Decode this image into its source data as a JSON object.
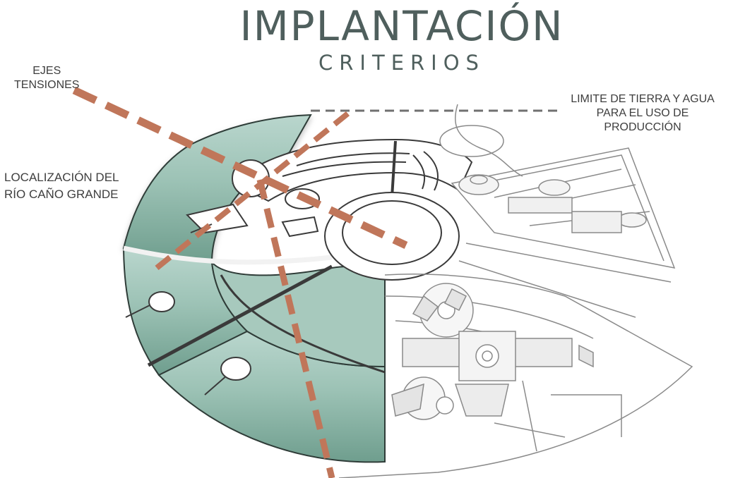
{
  "title": "IMPLANTACIÓN",
  "subtitle": "CRITERIOS",
  "annotations": {
    "ejes": [
      "EJES",
      "TENSIONES"
    ],
    "rio": [
      "LOCALIZACIÓN DEL",
      "RÍO CAÑO GRANDE"
    ],
    "limite": [
      "LIMITE DE TIERRA Y AGUA",
      "PARA EL USO DE",
      "PRODUCCIÓN"
    ]
  },
  "colors": {
    "water_zone": "#8fb7aa",
    "water_zone_dark": "#5f9181",
    "tension_axis": "#c0765a",
    "limit_line": "#707070",
    "linework": "#3a3a3a",
    "title_text": "#4f5f5d"
  }
}
